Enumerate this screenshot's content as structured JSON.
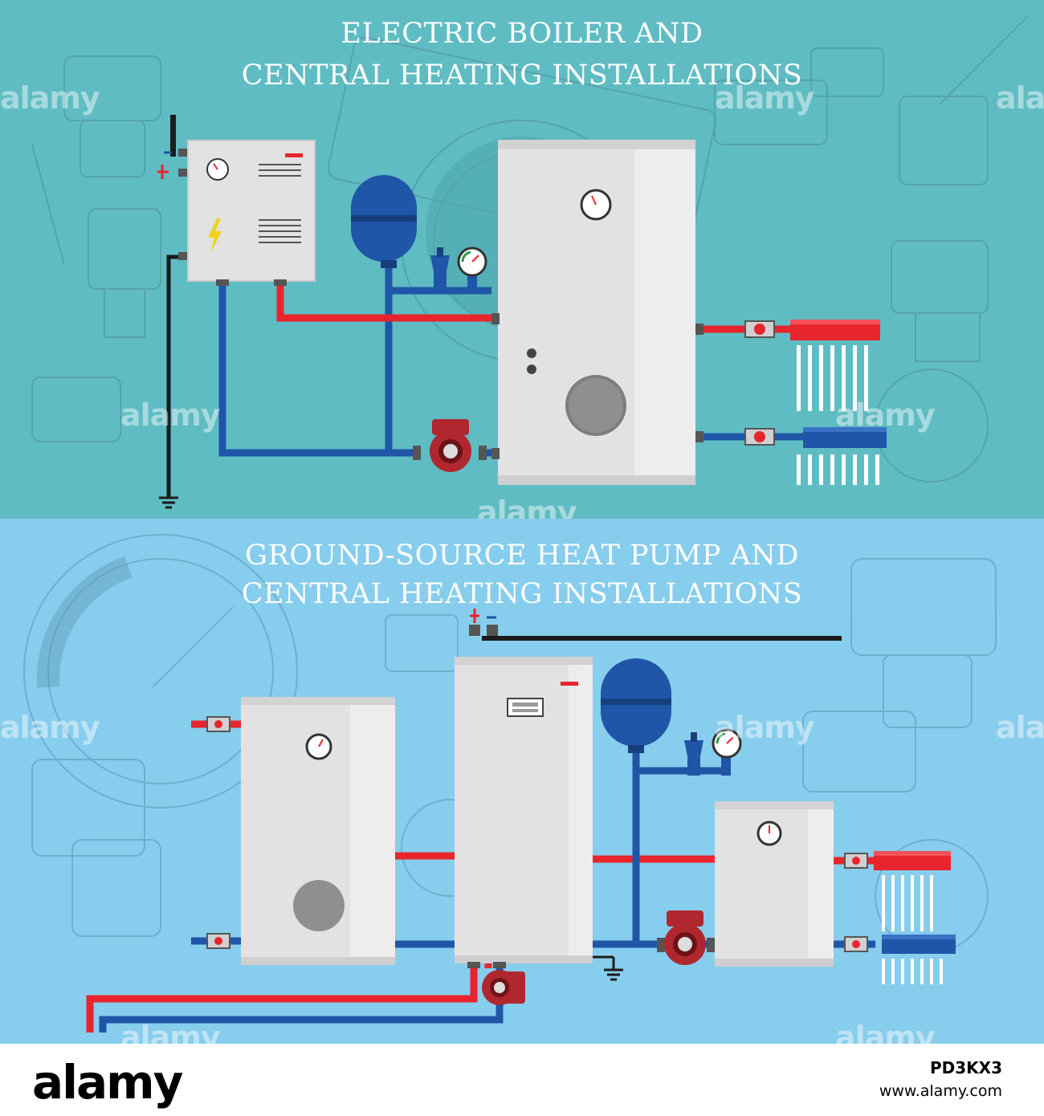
{
  "top_panel": {
    "title_line1": "ELECTRIC BOILER  AND",
    "title_line2": "CENTRAL HEATING INSTALLATIONS",
    "background_color": "#5fbcc3"
  },
  "bottom_panel": {
    "title_line1": "GROUND-SOURCE HEAT PUMP  AND",
    "title_line2": "CENTRAL HEATING INSTALLATIONS",
    "background_color": "#87cded"
  },
  "watermark": {
    "text": "alamy"
  },
  "footer": {
    "logo": "alamy",
    "image_id": "PD3KX3",
    "url": "www.alamy.com"
  },
  "colors": {
    "hot_pipe": "#e8252c",
    "cold_pipe": "#1f56a8",
    "unit_body": "#e2e2e2",
    "pump": "#b0272f",
    "ground_wire": "#1b1b1b"
  },
  "icons": [
    "electric-boiler-icon",
    "expansion-tank-icon",
    "pressure-gauge-icon",
    "hot-water-cylinder-icon",
    "circulation-pump-icon",
    "manifold-icon",
    "ground-icon",
    "heat-pump-icon",
    "lightning-icon",
    "ball-valve-icon"
  ]
}
